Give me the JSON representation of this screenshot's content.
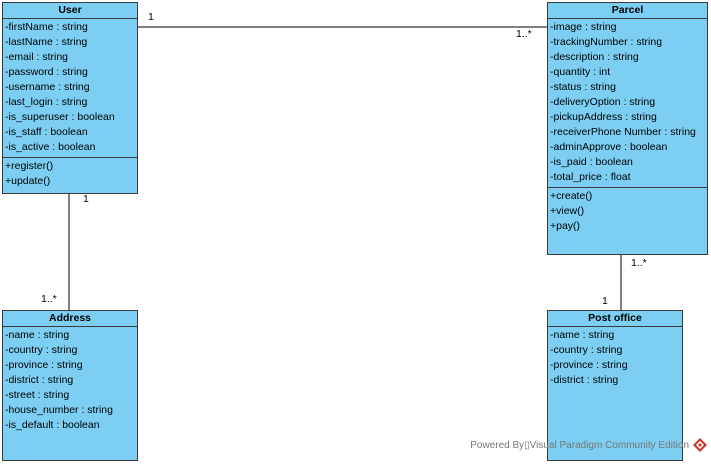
{
  "classes": {
    "user": {
      "name": "User",
      "attributes": [
        "-firstName : string",
        "-lastName : string",
        "-email : string",
        "-password : string",
        "-username : string",
        "-last_login : string",
        "-is_superuser : boolean",
        "-is_staff : boolean",
        "-is_active : boolean"
      ],
      "operations": [
        "+register()",
        "+update()"
      ]
    },
    "parcel": {
      "name": "Parcel",
      "attributes": [
        "-image : string",
        "-trackingNumber : string",
        "-description : string",
        "-quantity : int",
        "-status : string",
        "-deliveryOption : string",
        "-pickupAddress : string",
        "-receiverPhone Number : string",
        "-adminApprove : boolean",
        "-is_paid : boolean",
        "-total_price : float"
      ],
      "operations": [
        "+create()",
        "+view()",
        "+pay()"
      ]
    },
    "address": {
      "name": "Address",
      "attributes": [
        "-name : string",
        "-country : string",
        "-province : string",
        "-district : string",
        "-street : string",
        "-house_number : string",
        "-is_default : boolean"
      ],
      "operations": []
    },
    "post_office": {
      "name": "Post office",
      "attributes": [
        "-name : string",
        "-country : string",
        "-province : string",
        "-district : string"
      ],
      "operations": []
    }
  },
  "associations": {
    "user_parcel": {
      "source": "1",
      "target": "1..*"
    },
    "user_address": {
      "source": "1",
      "target": "1..*"
    },
    "parcel_postoffice": {
      "source": "1..*",
      "target": "1"
    }
  },
  "footer": {
    "text": "Powered By▯Visual Paradigm Community Edition"
  },
  "colors": {
    "class_fill": "#7ccff3",
    "border": "#3a3a3a",
    "logo": "#c0392b"
  }
}
